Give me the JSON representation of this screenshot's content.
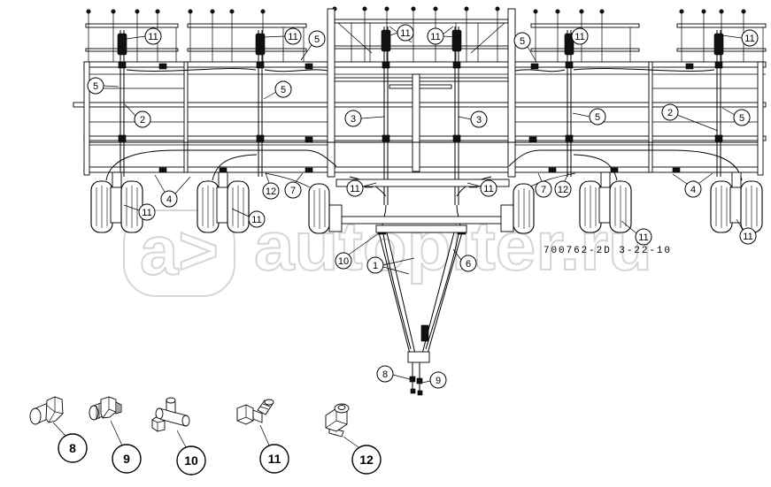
{
  "drawing_number": "700762-2D 3-22-10",
  "watermark": {
    "logo": "a>",
    "text": "autopiter.ru"
  },
  "callouts": [
    "11",
    "11",
    "11",
    "11",
    "11",
    "11",
    "5",
    "5",
    "5",
    "5",
    "5",
    "5",
    "2",
    "2",
    "3",
    "3",
    "4",
    "4",
    "12",
    "7",
    "7",
    "12",
    "11",
    "11",
    "11",
    "11",
    "11",
    "11",
    "10",
    "1",
    "6",
    "8",
    "9"
  ],
  "legend_parts": [
    "8",
    "9",
    "10",
    "11",
    "12"
  ],
  "colors": {
    "line": "#000000",
    "watermark": "#d6d6d6",
    "background": "#ffffff"
  }
}
